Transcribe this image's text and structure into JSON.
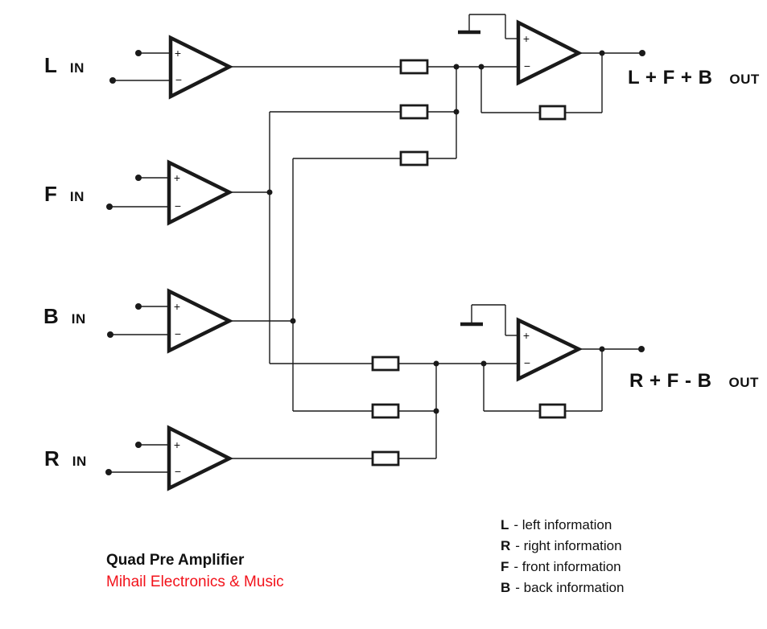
{
  "diagram": {
    "title": "Quad Pre Amplifier",
    "brand": "Mihail Electronics & Music",
    "brand_color": "#f2121a",
    "line_color": "#1a1a1a",
    "background_color": "#ffffff"
  },
  "glyphs": {
    "plus": "+",
    "minus": "−"
  },
  "inputs": [
    {
      "letter": "L",
      "suffix": "IN"
    },
    {
      "letter": "F",
      "suffix": "IN"
    },
    {
      "letter": "B",
      "suffix": "IN"
    },
    {
      "letter": "R",
      "suffix": "IN"
    }
  ],
  "outputs": [
    {
      "label": "L + F + B",
      "suffix": "OUT"
    },
    {
      "label": "R + F - B",
      "suffix": "OUT"
    }
  ],
  "legend": [
    {
      "letter": "L",
      "text": "- left information"
    },
    {
      "letter": "R",
      "text": "- right information"
    },
    {
      "letter": "F",
      "text": "- front information"
    },
    {
      "letter": "B",
      "text": "- back information"
    }
  ]
}
